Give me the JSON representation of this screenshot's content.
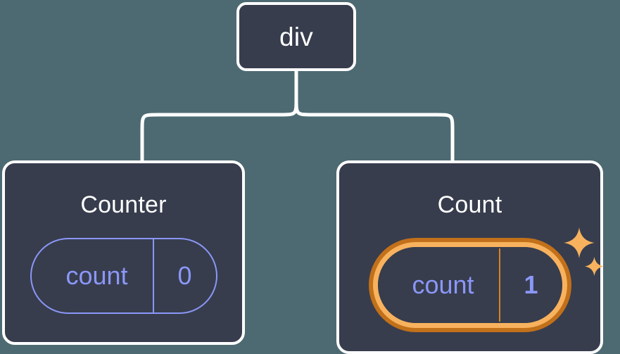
{
  "diagram": {
    "type": "component-tree",
    "background_color": "#4d6a72",
    "node_fill_color": "#373d4d",
    "node_border_color": "#ffffff",
    "connector_color": "#ffffff",
    "accent_color": "#8b97f8",
    "highlight_outer_color": "#c2701a",
    "highlight_inner_color": "#f8b25e"
  },
  "root": {
    "label": "div"
  },
  "children": [
    {
      "title": "Counter",
      "state": {
        "key": "count",
        "value": "0"
      },
      "highlighted": false
    },
    {
      "title": "Count",
      "state": {
        "key": "count",
        "value": "1"
      },
      "highlighted": true,
      "sparkle_icons": [
        "sparkle-large-icon",
        "sparkle-small-icon"
      ]
    }
  ]
}
